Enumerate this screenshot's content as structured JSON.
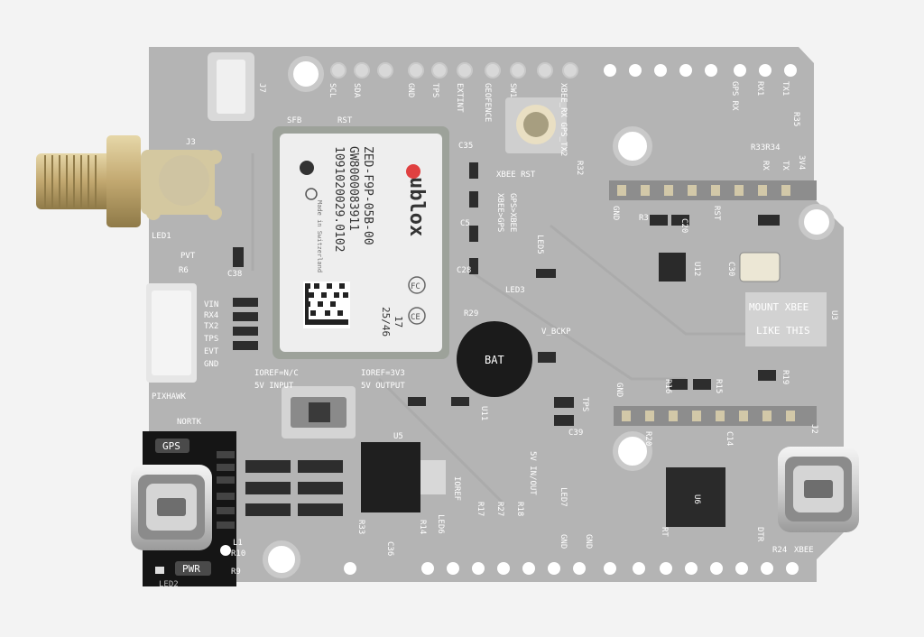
{
  "board": {
    "colors": {
      "background": "#f3f3f3",
      "pcb_faded": "#b4b4b4",
      "pcb_highlight": "#151515",
      "silkscreen": "#ffffff",
      "gold": "#c8b27c"
    },
    "labels": {
      "j7": "J7",
      "scl": "SCL",
      "sda": "SDA",
      "gnd_top": "GND",
      "tps_top": "TPS",
      "extint": "EXTINT",
      "geofence": "GEOFENCE",
      "sw1": "SW1",
      "xbee_rx_gps_tx": "XBEE_RX GPS_TX2",
      "gps_rx": "GPS RX",
      "rx_top": "RX1",
      "tx_top": "TX1",
      "r35": "R35",
      "r33r34": "R33R34",
      "sfb": "SFB",
      "rst_top": "RST",
      "c35": "C35",
      "xbee_rst": "XBEE RST",
      "r32": "R32",
      "rx_hdr": "RX",
      "tx_hdr": "TX",
      "v3_hdr": "3V4",
      "gnd_hdr": "GND",
      "rst_hdr": "RST",
      "c20": "C20",
      "r3": "R3",
      "j3": "J3",
      "led1": "LED1",
      "pvt": "PVT",
      "r6": "R6",
      "c38": "C38",
      "vin": "VIN",
      "rx4": "RX4",
      "tx2": "TX2",
      "tps_side": "TPS",
      "evt": "EVT",
      "gnd_side": "GND",
      "pixhawk": "PIXHAWK",
      "nortk": "NORTK",
      "gps_badge": "GPS",
      "pwr_badge": "PWR",
      "led5": "LED5",
      "led3": "LED3",
      "r29": "R29",
      "gps_xbee": "GPS>XBEE",
      "xbee_gps": "XBEE>GPS",
      "c28": "C28",
      "c5": "C5",
      "v_bckp": "V_BCKP",
      "bat": "BAT",
      "ioref_nc": "IOREF=N/C",
      "five_v_input": "5V INPUT",
      "ioref_3v3": "IOREF=3V3",
      "five_v_output": "5V OUTPUT",
      "u5": "U5",
      "tps_mid": "TPS",
      "c39": "C39",
      "u11": "U11",
      "five_v_in_out": "5V IN/OUT",
      "led7": "LED7",
      "ioref_bottom": "IOREF",
      "r17": "R17",
      "r27": "R27",
      "r18": "R18",
      "led6": "LED6",
      "r14": "R14",
      "r33b": "R33",
      "c36": "C36",
      "gnd_b1": "GND",
      "gnd_b2": "GND",
      "u12": "U12",
      "c30": "C30",
      "mount_xbee_line1": "MOUNT XBEE",
      "mount_xbee_line2": "LIKE THIS",
      "u3": "U3",
      "r19": "R19",
      "r16": "R16",
      "r15": "R15",
      "gnd_right": "GND",
      "c14": "C14",
      "r20": "R20",
      "u6": "U6",
      "j2": "J2",
      "r24": "R24",
      "xbee_bottom": "XBEE",
      "dtr": "DTR",
      "rt": "RT",
      "r10": "R10",
      "r9": "R9",
      "led2": "LED2",
      "l1": "L1"
    },
    "module": {
      "brand": "ublox",
      "part": "ZED-F9P-05B-00",
      "code1": "GW8000083911",
      "code2": "1091020029.0102",
      "rev1": "17",
      "rev2": "25/46",
      "origin": "Made in Switzerland",
      "fcc": "FC",
      "ce": "CE"
    }
  }
}
